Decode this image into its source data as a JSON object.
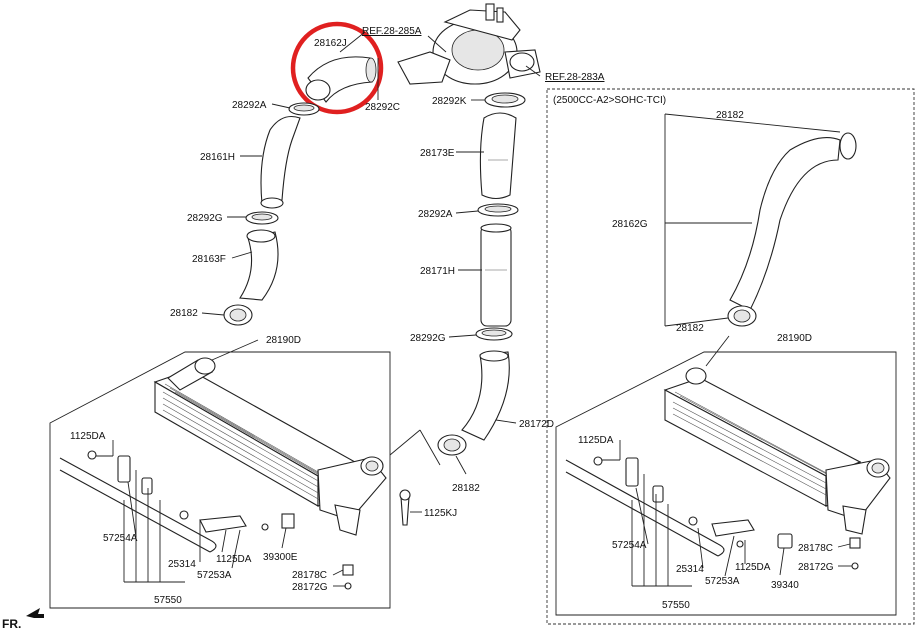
{
  "labels": {
    "ref_285a": "REF.28-285A",
    "ref_283a": "REF.28-283A",
    "p28162j": "28162J",
    "p28292c": "28292C",
    "p28292a_left": "28292A",
    "p28161h": "28161H",
    "p28292g_left": "28292G",
    "p28163f": "28163F",
    "p28182_left": "28182",
    "p28190d_left": "28190D",
    "p1125da_left": "1125DA",
    "p57254a_left": "57254A",
    "p25314_left": "25314",
    "p1125da_left2": "1125DA",
    "p57253a_left": "57253A",
    "p39300e": "39300E",
    "p57550_left": "57550",
    "p28178c_left": "28178C",
    "p28172g_left": "28172G",
    "p1125kj": "1125KJ",
    "p28292k": "28292K",
    "p28173e": "28173E",
    "p28292a_mid": "28292A",
    "p28171h": "28171H",
    "p28292g_mid": "28292G",
    "p28172d": "28172D",
    "p28182_mid": "28182",
    "variant_title": "(2500CC-A2>SOHC-TCI)",
    "p28182_r_top": "28182",
    "p28162g": "28162G",
    "p28182_r_bottom": "28182",
    "p28190d_right": "28190D",
    "p1125da_right": "1125DA",
    "p57254a_right": "57254A",
    "p25314_right": "25314",
    "p57253a_right": "57253A",
    "p1125da_right2": "1125DA",
    "p28178c_right": "28178C",
    "p28172g_right": "28172G",
    "p39340": "39340",
    "p57550_right": "57550",
    "fr": "FR."
  },
  "highlight_color": "#e02020"
}
